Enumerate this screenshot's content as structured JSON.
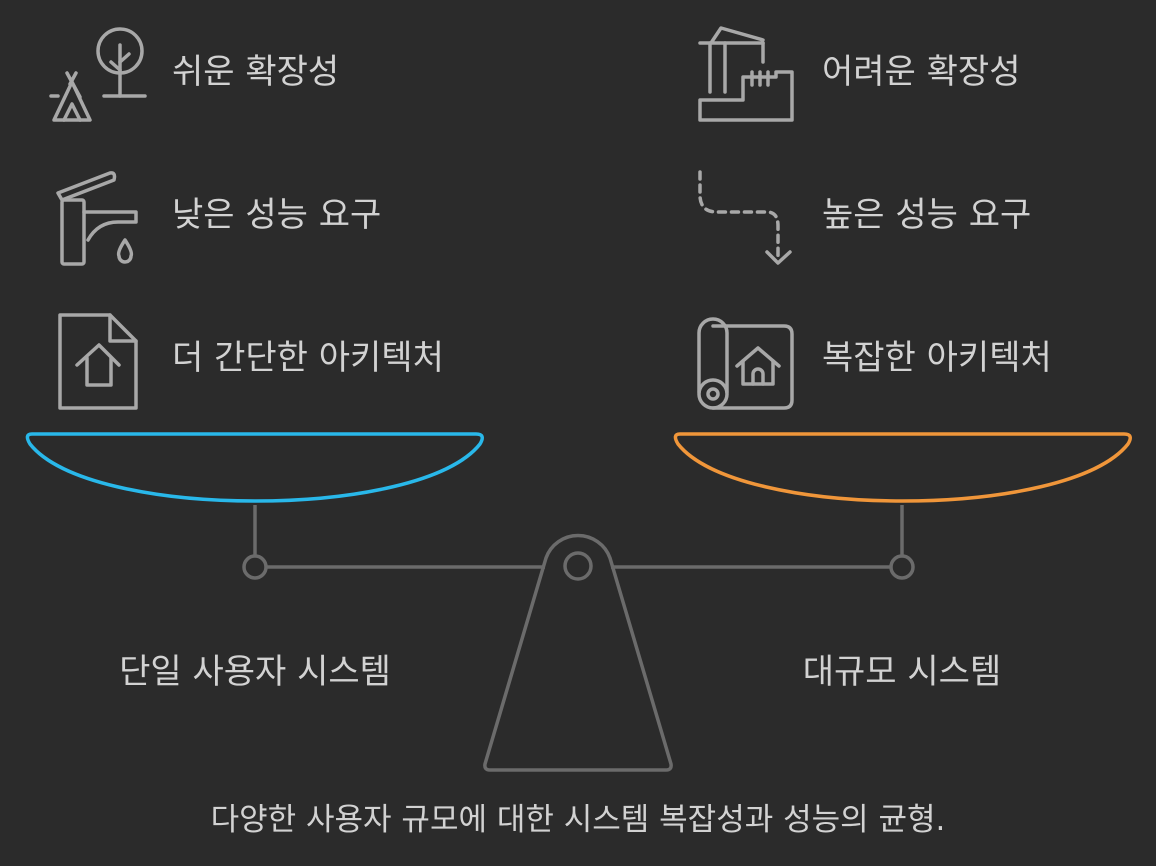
{
  "left": {
    "items": [
      {
        "label": "쉬운 확장성",
        "icon": "camping-tent-tree-icon"
      },
      {
        "label": "낮은 성능 요구",
        "icon": "faucet-drop-icon"
      },
      {
        "label": "더 간단한 아키텍처",
        "icon": "house-document-icon"
      }
    ],
    "title": "단일 사용자 시스템",
    "color": "#29b8ea"
  },
  "right": {
    "items": [
      {
        "label": "어려운 확장성",
        "icon": "construction-crane-icon"
      },
      {
        "label": "높은 성능 요구",
        "icon": "dashed-arrow-down-icon"
      },
      {
        "label": "복잡한 아키텍처",
        "icon": "blueprint-house-icon"
      }
    ],
    "title": "대규모 시스템",
    "color": "#f0963a"
  },
  "caption": "다양한 사용자 규모에 대한 시스템 복잡성과 성능의 균형."
}
